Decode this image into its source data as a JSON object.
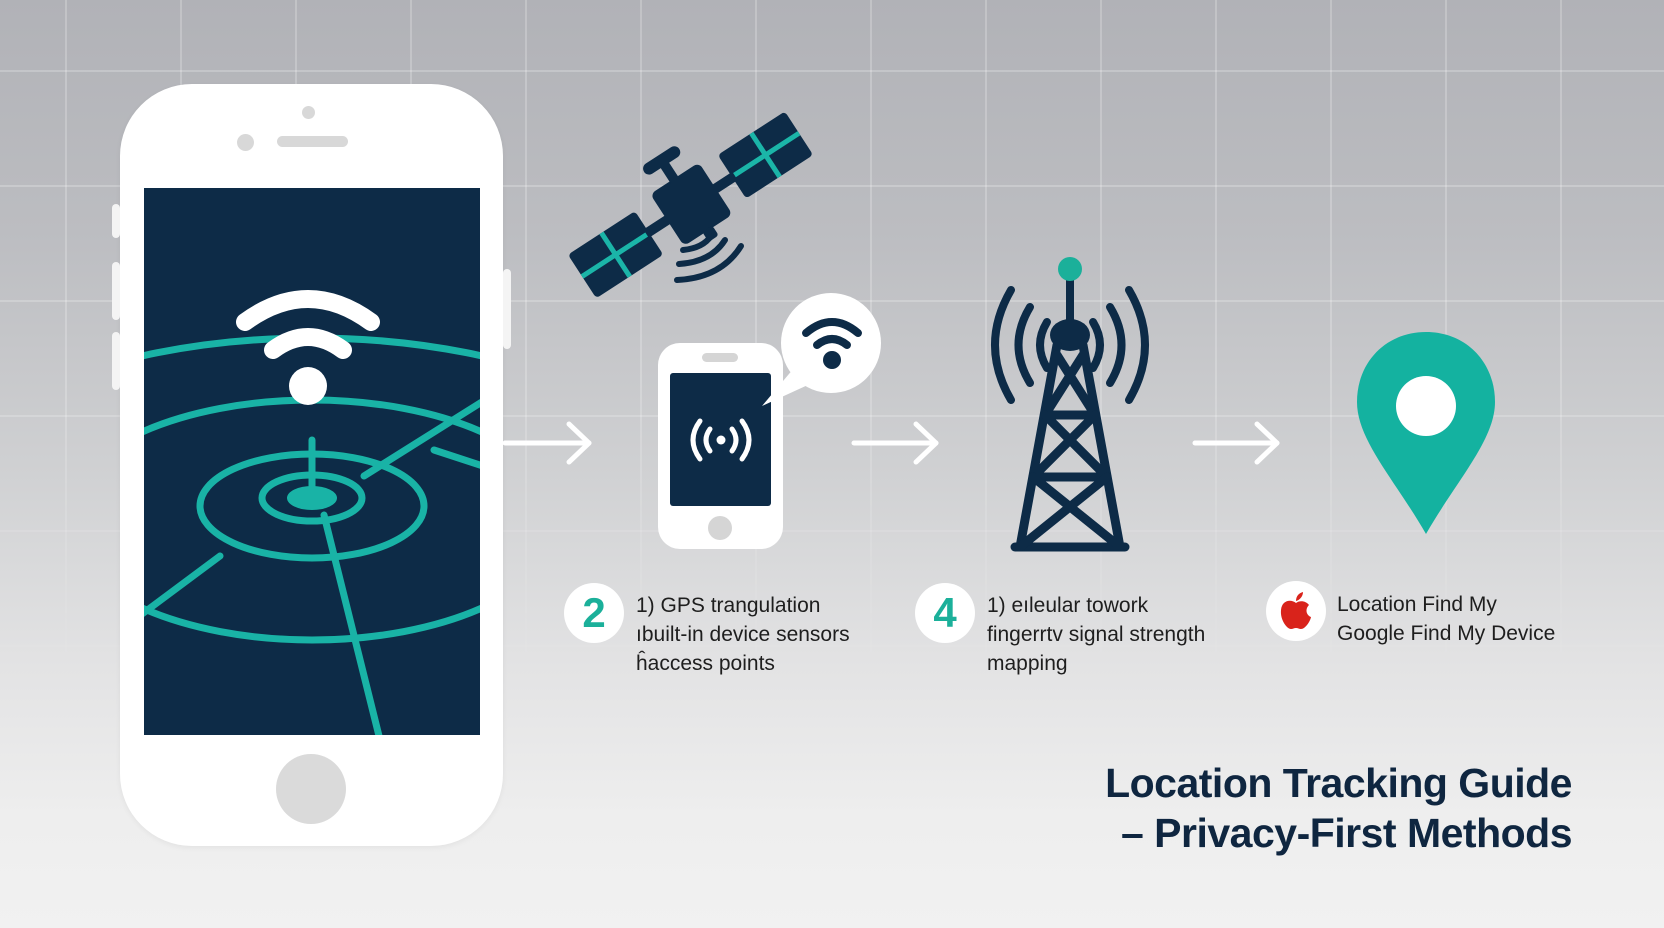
{
  "colors": {
    "navy": "#0d2b47",
    "teal": "#1bb09a",
    "white": "#ffffff",
    "apple_red": "#d9231b",
    "text": "#1e1e1e",
    "title": "#0f2640"
  },
  "illustration": {
    "main_phone": {
      "icon": "wifi-icon",
      "screen_graphic": "radar-target-map"
    },
    "satellite": {
      "icon": "satellite-icon"
    },
    "small_phone": {
      "icon": "broadcast-signal-icon",
      "bubble_icon": "wifi-icon"
    },
    "tower": {
      "icon": "cell-tower-icon"
    },
    "pin": {
      "icon": "location-pin-icon"
    },
    "arrows": [
      "arrow-right-icon",
      "arrow-right-icon",
      "arrow-right-icon"
    ]
  },
  "steps": [
    {
      "badge": "2",
      "lines": [
        "1) GPS trangulation",
        "ıbuilt-in device sensors",
        "ĥaccess points"
      ]
    },
    {
      "badge": "4",
      "lines": [
        "1) eıleular towork",
        "fingerrtv signal strength",
        "mapping"
      ]
    },
    {
      "badge_icon": "apple-logo-icon",
      "lines": [
        "Location Find My",
        "Google Find My Device"
      ]
    }
  ],
  "title": {
    "line1": "Location Tracking Guide",
    "line2": "– Privacy-First Methods"
  }
}
